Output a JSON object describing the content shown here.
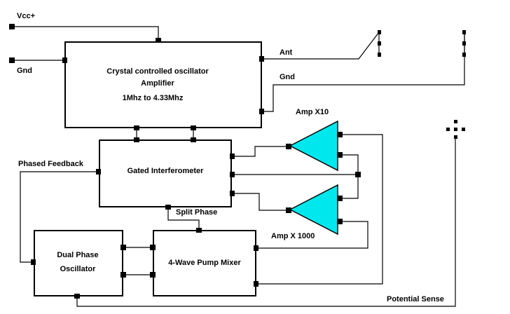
{
  "labels": {
    "vcc": "Vcc+",
    "gnd_left": "Gnd",
    "osc_line1": "Crystal controlled oscillator",
    "osc_line2": "Amplifier",
    "osc_line3": "1Mhz to 4.33Mhz",
    "ant": "Ant",
    "gnd_right": "Gnd",
    "amp_x10": "Amp X10",
    "phased_feedback": "Phased Feedback",
    "gated_interferometer": "Gated Interferometer",
    "split_phase": "Split Phase",
    "amp_x1000": "Amp X 1000",
    "dual_phase_line1": "Dual Phase",
    "dual_phase_line2": "Oscillator",
    "pump_mixer": "4-Wave Pump Mixer",
    "potential_sense": "Potential Sense"
  },
  "colors": {
    "amplifier_fill": "#00e8ee",
    "line": "#000000"
  }
}
